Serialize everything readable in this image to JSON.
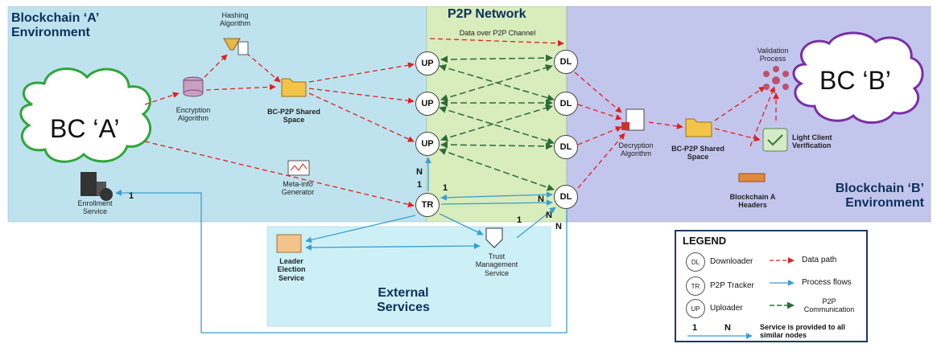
{
  "zones": {
    "env_a": "Blockchain ‘A’ Environment",
    "p2p": "P2P Network",
    "env_b": "Blockchain ‘B’ Environment",
    "external": "External Services"
  },
  "clouds": {
    "a": "BC ‘A’",
    "b": "BC ‘B’"
  },
  "channel_label": "Data over P2P Channel",
  "components": {
    "hashing": "Hashing Algorithm",
    "encryption": "Encryption Algorithm",
    "shared_a": "BC-P2P Shared Space",
    "metainfo": "Meta-info Generator",
    "enrollment": "Enrollment Service",
    "decryption": "Decryption Algorithm",
    "shared_b": "BC-P2P Shared Space",
    "validation": "Validation Process",
    "light_client": "Light Client Verification",
    "headers": "Blockchain A Headers",
    "leader": "Leader Election Service",
    "trust": "Trust Management Service"
  },
  "nodes": {
    "up": "UP",
    "dl": "DL",
    "tr": "TR"
  },
  "cardinality": {
    "one": "1",
    "n": "N"
  },
  "legend": {
    "title": "LEGEND",
    "dl_label": "Downloader",
    "tr_label": "P2P Tracker",
    "up_label": "Uploader",
    "data_path": "Data path",
    "process_flows": "Process flows",
    "p2p_comm": "P2P Communication",
    "service_note": "Service is provided to all similar nodes"
  },
  "colors": {
    "env_a": "#bfe3ee",
    "p2p": "#d8ecbc",
    "env_b": "#c3c6ec",
    "external": "#cdf0f7",
    "data_path": "#e02020",
    "process_flow": "#3a9ed0",
    "p2p_comm": "#2e6b3a"
  }
}
